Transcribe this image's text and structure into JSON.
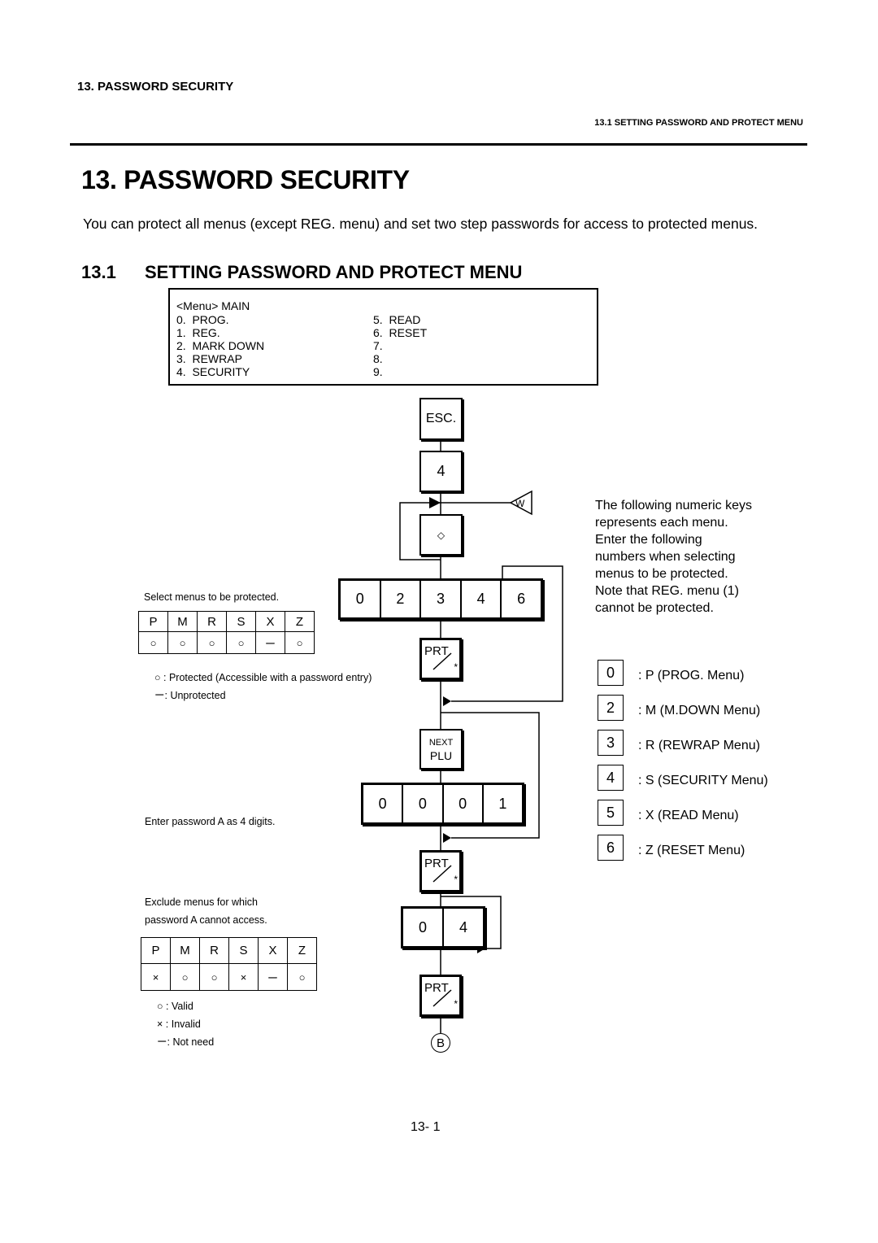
{
  "header": {
    "left": "13.  PASSWORD SECURITY",
    "right": "13.1 SETTING PASSWORD AND PROTECT MENU"
  },
  "title": "13.  PASSWORD SECURITY",
  "intro": "You can protect all menus (except REG. menu) and set two step passwords for access to protected menus.",
  "subsection": {
    "number": "13.1",
    "title": "SETTING PASSWORD AND PROTECT MENU"
  },
  "menu_box": {
    "heading": "<Menu>   MAIN",
    "left_items": [
      "0.  PROG.",
      "1.  REG.",
      "2.  MARK DOWN",
      "3.  REWRAP",
      "4.  SECURITY"
    ],
    "right_items": [
      "5.  READ",
      "6.  RESET",
      "7.",
      "8.",
      "9."
    ]
  },
  "flow": {
    "esc": "ESC.",
    "key4": "4",
    "w": "W",
    "diamond": "◇",
    "menu_keys": [
      "0",
      "2",
      "3",
      "4",
      "6"
    ],
    "prt_label": "PRT",
    "prt_star": "*",
    "next": "NEXT",
    "plu": "PLU",
    "password_keys": [
      "0",
      "0",
      "0",
      "1"
    ],
    "exclude_keys": [
      "0",
      "4"
    ],
    "end": "B"
  },
  "protect": {
    "caption": "Select menus to be protected.",
    "headers": [
      "P",
      "M",
      "R",
      "S",
      "X",
      "Z"
    ],
    "values": [
      "○",
      "○",
      "○",
      "○",
      "ー",
      "○"
    ],
    "legend_protected": "○ : Protected (Accessible with a password entry)",
    "legend_unprotected": "ー: Unprotected"
  },
  "password_caption": "Enter password A as 4 digits.",
  "exclude": {
    "caption_line1": "Exclude menus for which",
    "caption_line2": "password A cannot access.",
    "headers": [
      "P",
      "M",
      "R",
      "S",
      "X",
      "Z"
    ],
    "values": [
      "×",
      "○",
      "○",
      "×",
      "ー",
      "○"
    ],
    "legend_valid": "○ : Valid",
    "legend_invalid": "× :    Invalid",
    "legend_notneed": "ー: Not need"
  },
  "right_note": [
    "The following numeric keys",
    "represents each menu.",
    "Enter the following",
    "numbers when selecting",
    "menus to be protected.",
    "Note that REG. menu (1)",
    "cannot be protected."
  ],
  "key_map": [
    {
      "key": "0",
      "desc": ":  P (PROG. Menu)"
    },
    {
      "key": "2",
      "desc": ":  M (M.DOWN Menu)"
    },
    {
      "key": "3",
      "desc": ":  R (REWRAP Menu)"
    },
    {
      "key": "4",
      "desc": ":  S (SECURITY Menu)"
    },
    {
      "key": "5",
      "desc": ":  X (READ Menu)"
    },
    {
      "key": "6",
      "desc": ":  Z (RESET Menu)"
    }
  ],
  "page_number": "13- 1"
}
